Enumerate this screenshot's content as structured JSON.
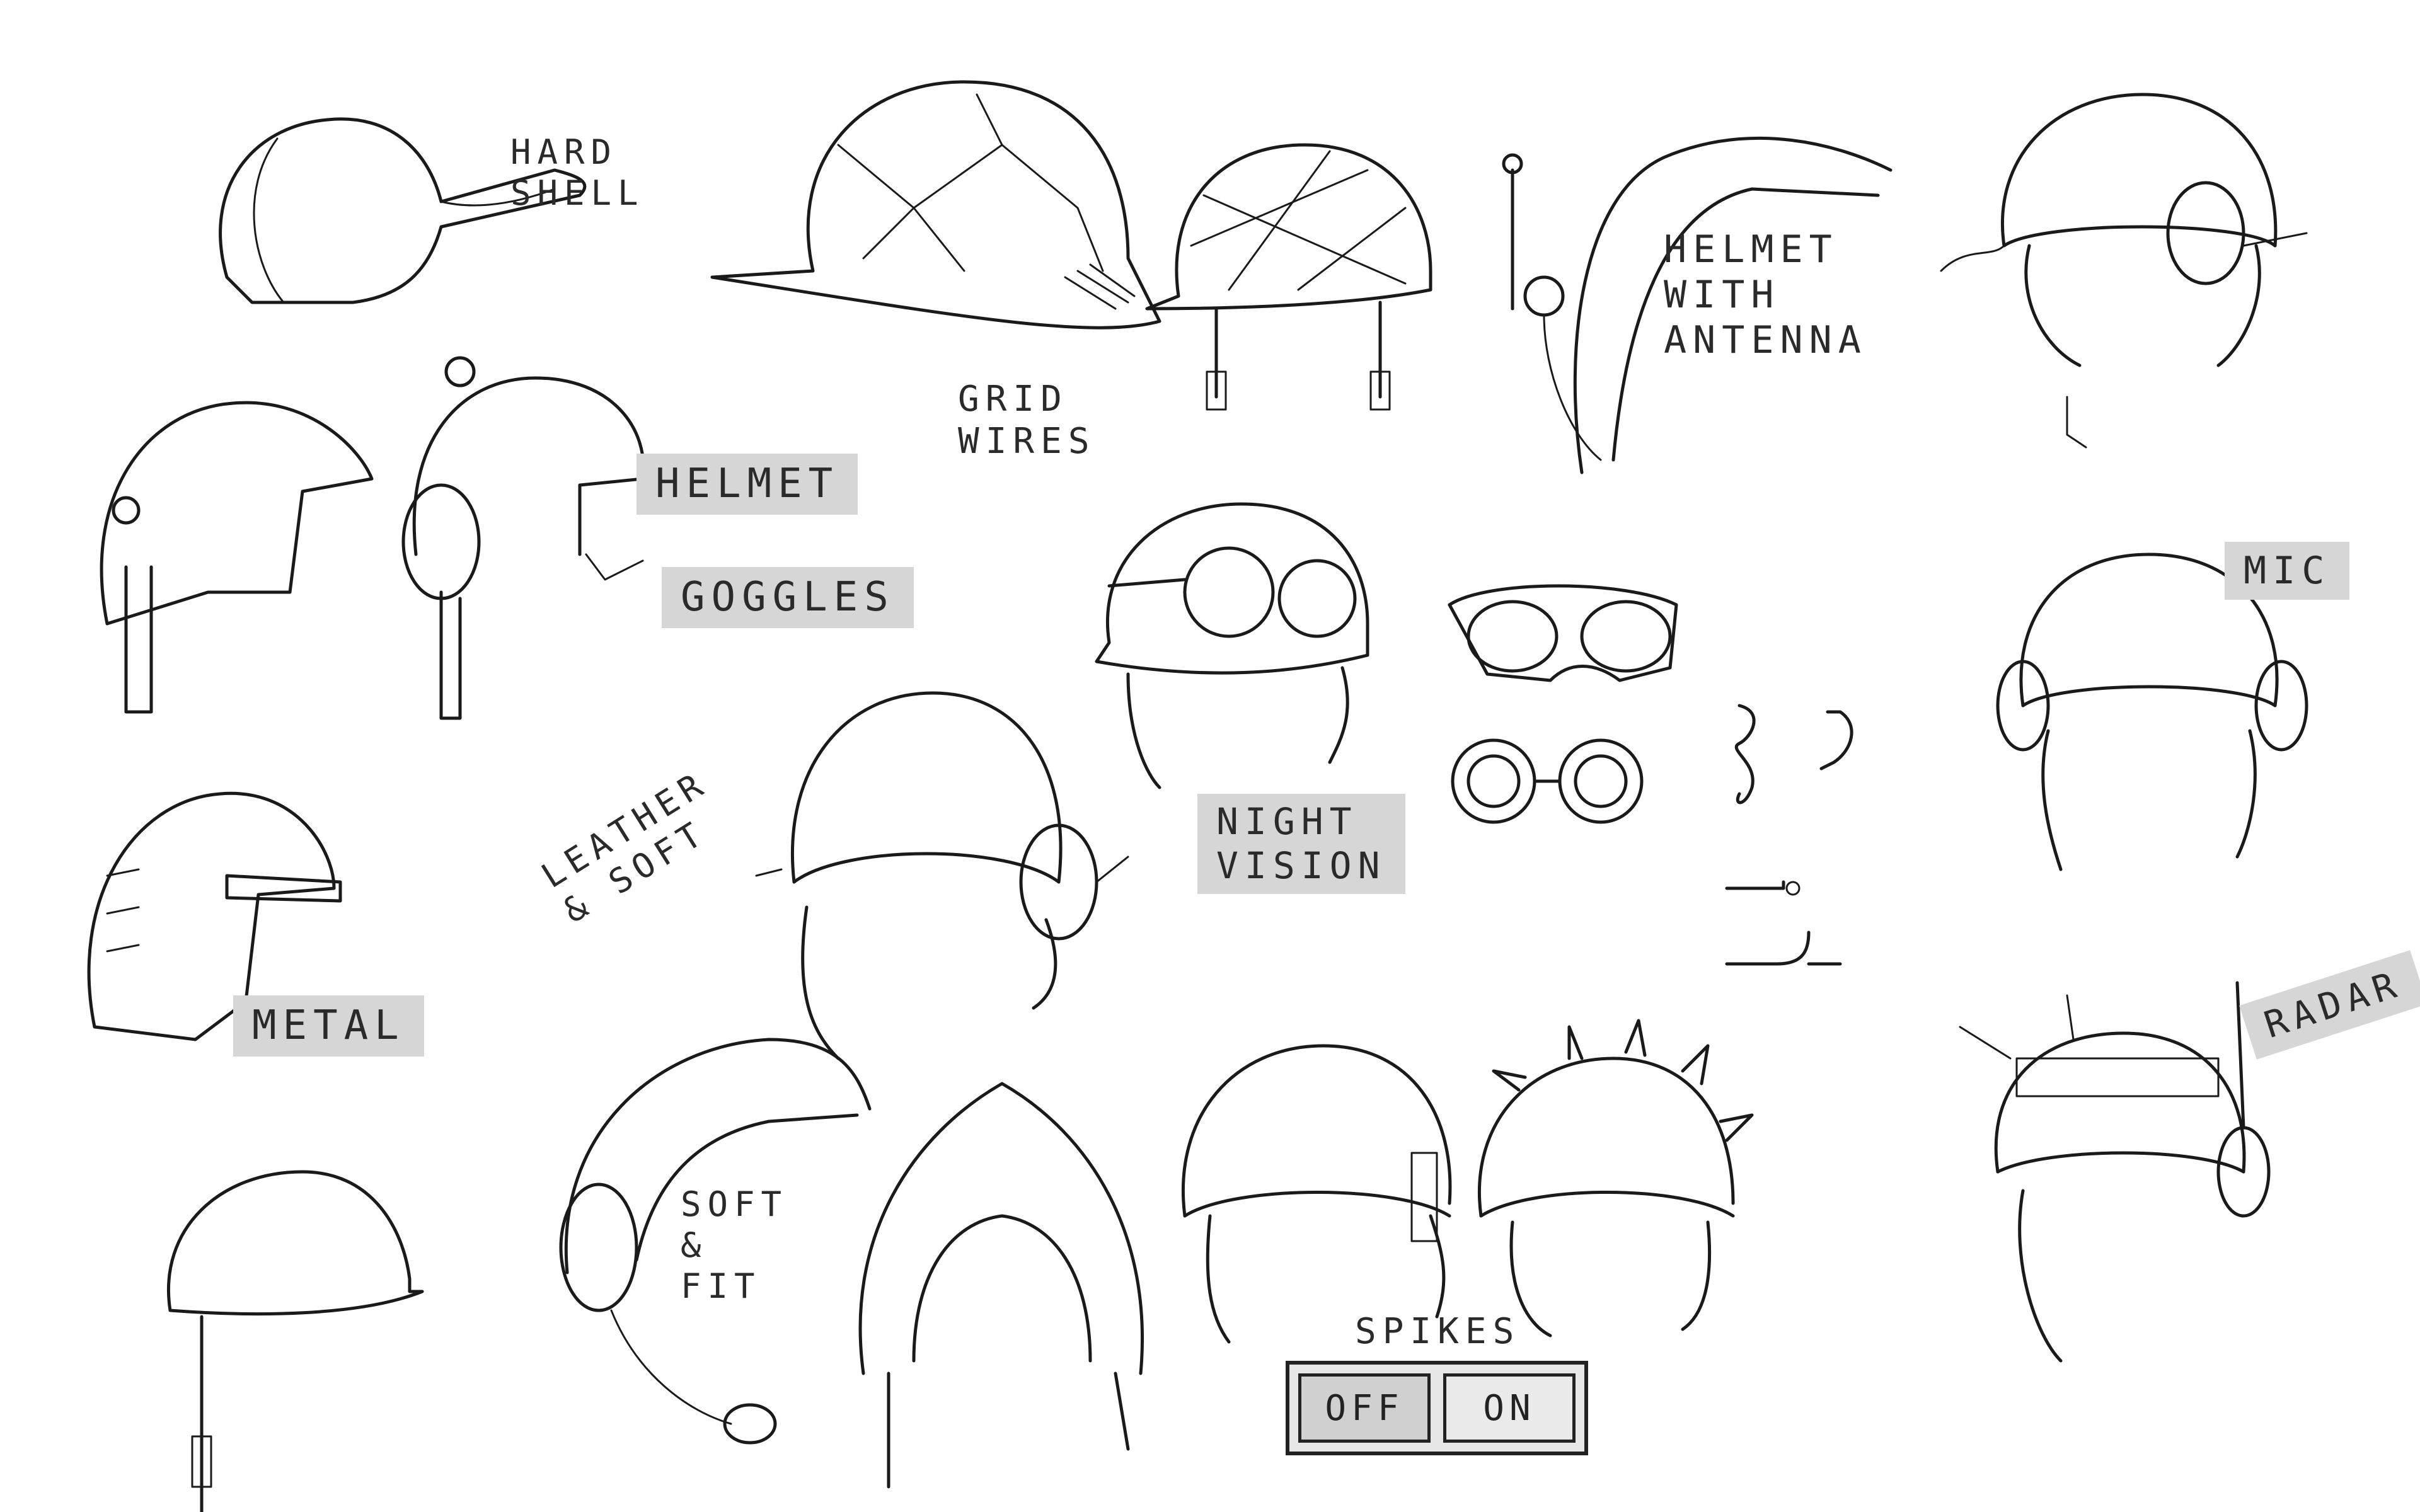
{
  "notes": {
    "hard_shell": "HARD\nSHELL",
    "grid_wires": "GRID\nWIRES",
    "helmet_with_antenna": "HELMET\nWITH\nANTENNA",
    "helmet": "HELMET",
    "goggles": "GOGGLES",
    "leather_soft": "LEATHER\n& SOFT",
    "night_vision": "NIGHT\nVISION",
    "mic": "MIC",
    "metal": "METAL",
    "soft_fit": "SOFT\n&\nFIT",
    "radar": "RADAR"
  },
  "spikes_toggle": {
    "title": "SPIKES",
    "off_label": "OFF",
    "on_label": "ON"
  },
  "colors": {
    "ink": "#1a1a1a",
    "marker_grey": "#d6d6d6",
    "paper": "#ffffff"
  }
}
